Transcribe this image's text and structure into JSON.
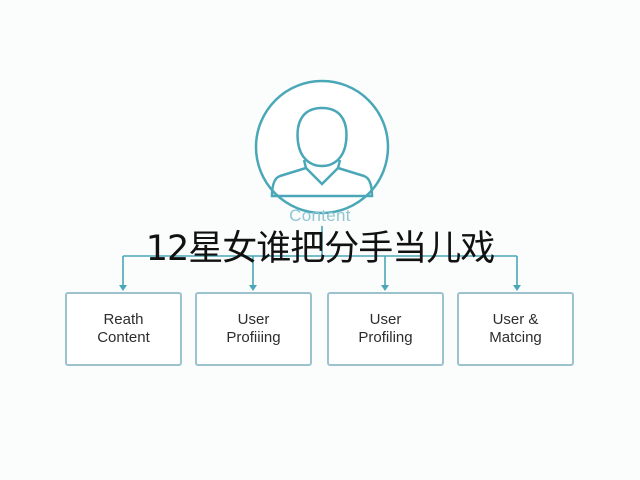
{
  "diagram": {
    "root": {
      "label": "Content",
      "icon": "user-avatar-icon"
    },
    "overlay_text": "12星女谁把分手当儿戏",
    "children": [
      {
        "line1": "Reath",
        "line2": "Content"
      },
      {
        "line1": "User",
        "line2": "Profiiing"
      },
      {
        "line1": "User",
        "line2": "Profiling"
      },
      {
        "line1": "User &",
        "line2": "Matcing"
      }
    ],
    "colors": {
      "stroke": "#4aa7b8",
      "box_border": "#9cc3cd",
      "text": "#2d2d2d"
    }
  }
}
